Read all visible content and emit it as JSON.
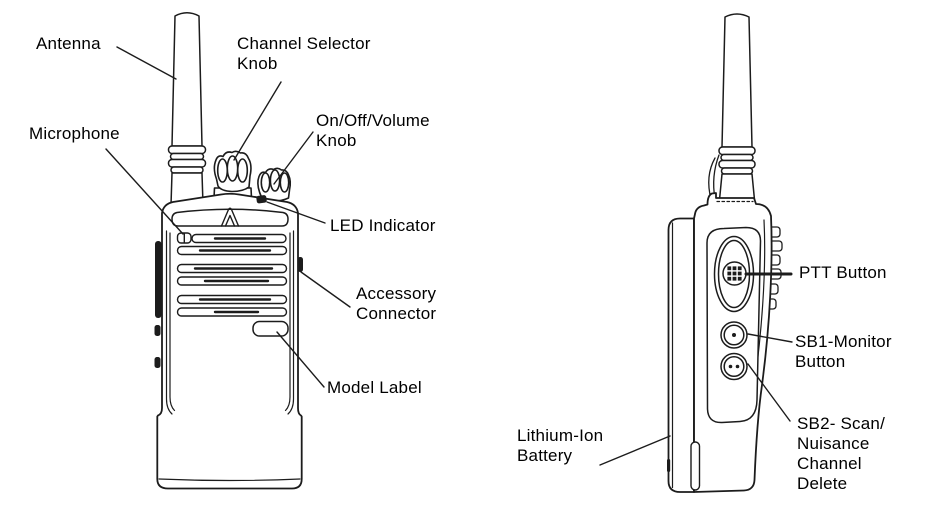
{
  "figure": {
    "title": "Two-way radio parts diagram (front view and side view)",
    "colors": {
      "line": "#1c1c1c",
      "text": "#000000",
      "background": "#ffffff"
    },
    "front_view": {
      "labels": {
        "antenna": "Antenna",
        "channel_selector": "Channel Selector\nKnob",
        "microphone": "Microphone",
        "volume_knob": "On/Off/Volume\nKnob",
        "led_indicator": "LED Indicator",
        "accessory_connector": "Accessory\nConnector",
        "model_label": "Model Label"
      }
    },
    "side_view": {
      "labels": {
        "ptt_button": "PTT Button",
        "sb1_monitor": "SB1-Monitor\nButton",
        "sb2_scan": "SB2- Scan/\nNuisance\nChannel\nDelete",
        "battery": "Lithium-Ion\nBattery"
      }
    }
  }
}
